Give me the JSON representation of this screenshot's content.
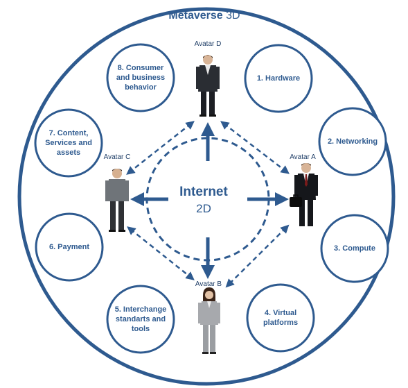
{
  "title": {
    "main": "Metaverse",
    "suffix": "3D"
  },
  "center": {
    "title": "Internet",
    "subtitle": "2D"
  },
  "nodes": [
    {
      "id": "hardware",
      "lines": [
        "1. Hardware"
      ]
    },
    {
      "id": "networking",
      "lines": [
        "2. Networking"
      ]
    },
    {
      "id": "compute",
      "lines": [
        "3. Compute"
      ]
    },
    {
      "id": "virtual-platforms",
      "lines": [
        "4. Virtual",
        "platforms"
      ]
    },
    {
      "id": "interchange",
      "lines": [
        "5. Interchange",
        "standarts and",
        "tools"
      ]
    },
    {
      "id": "payment",
      "lines": [
        "6. Payment"
      ]
    },
    {
      "id": "content",
      "lines": [
        "7. Content,",
        "Services and",
        "assets"
      ]
    },
    {
      "id": "consumer",
      "lines": [
        "8. Consumer",
        "and business",
        "behavior"
      ]
    }
  ],
  "avatars": [
    {
      "id": "a",
      "label": "Avatar A"
    },
    {
      "id": "b",
      "label": "Avatar B"
    },
    {
      "id": "c",
      "label": "Avatar C"
    },
    {
      "id": "d",
      "label": "Avatar D"
    }
  ],
  "colors": {
    "primary": "#2e5a8f",
    "dark": "#1e3d66",
    "background": "#ffffff"
  }
}
